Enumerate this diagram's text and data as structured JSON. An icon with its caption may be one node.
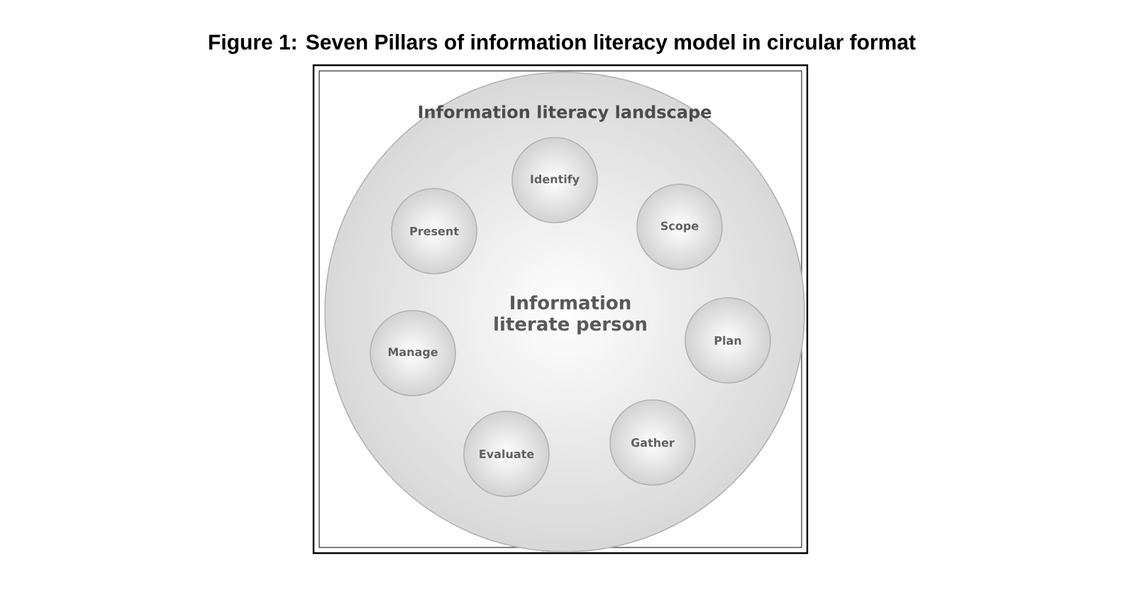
{
  "diagram": {
    "title": "Figure 1: Seven Pillars of information literacy model in circular format",
    "nodes": [
      {
        "text": [
          "Information literacy landscape",
          "Information literate person"
        ]
      },
      {
        "text": [
          "Identify"
        ],
        "in": 0
      },
      {
        "text": [
          "Scope"
        ],
        "in": 0
      },
      {
        "text": [
          "Plan"
        ],
        "in": 0
      },
      {
        "text": [
          "Gather"
        ],
        "in": 0
      },
      {
        "text": [
          "Evaluate"
        ],
        "in": 0
      },
      {
        "text": [
          "Manage"
        ],
        "in": 0
      },
      {
        "text": [
          "Present"
        ],
        "in": 0
      }
    ]
  }
}
